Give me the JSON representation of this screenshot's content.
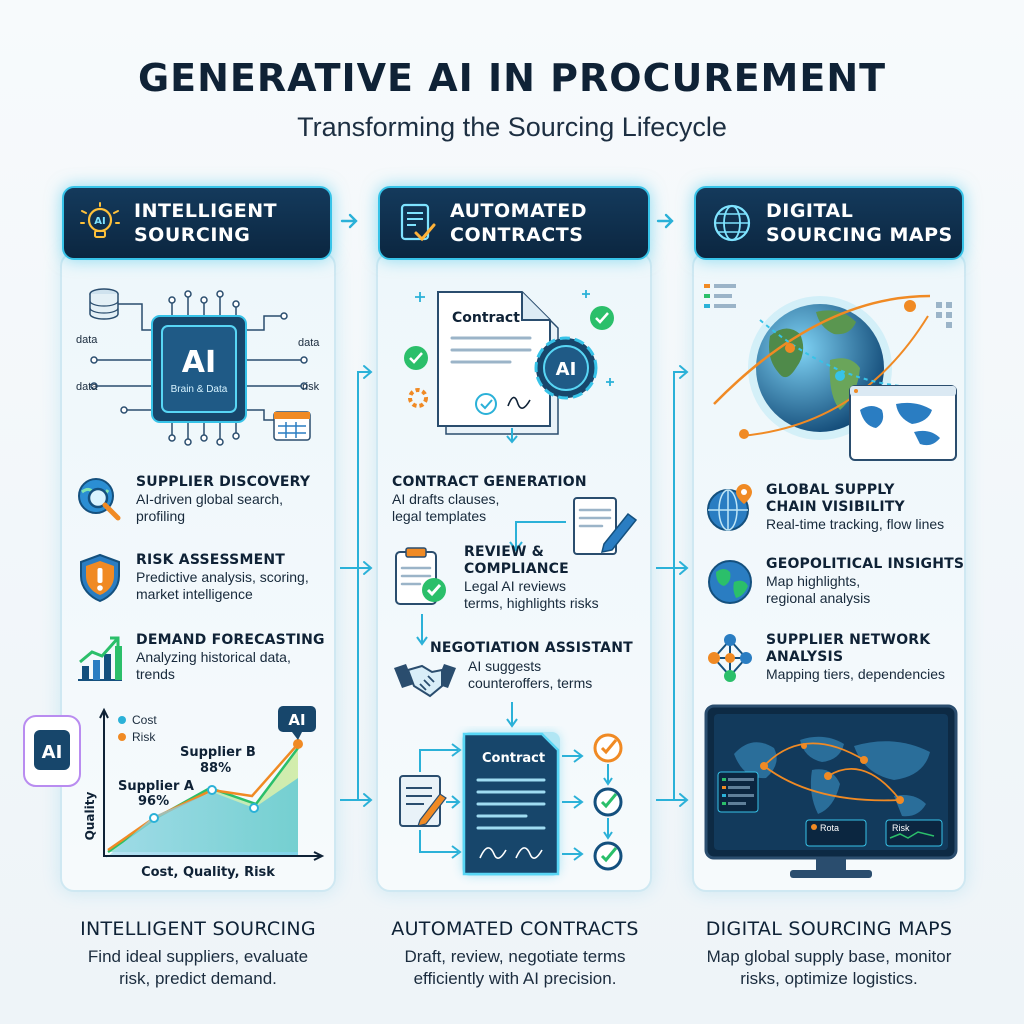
{
  "title": "GENERATIVE AI IN PROCUREMENT",
  "subtitle": "Transforming the Sourcing Lifecycle",
  "columns": [
    {
      "header": [
        "INTELLIGENT",
        "SOURCING"
      ],
      "hero_labels": {
        "chip": "AI",
        "chip_sub": "Brain & Data",
        "data1": "data",
        "data2": "data",
        "data3": "data",
        "risk": "risk"
      },
      "items": [
        {
          "title": "SUPPLIER DISCOVERY",
          "desc": [
            "AI-driven global search,",
            "profiling"
          ]
        },
        {
          "title": "RISK ASSESSMENT",
          "desc": [
            "Predictive analysis, scoring,",
            "market intelligence"
          ]
        },
        {
          "title": "DEMAND FORECASTING",
          "desc": [
            "Analyzing historical data,",
            "trends"
          ]
        }
      ],
      "chart": {
        "legend_cost": "Cost",
        "legend_risk": "Risk",
        "supplier_a": "Supplier A",
        "supplier_a_val": "96%",
        "supplier_b": "Supplier B",
        "supplier_b_val": "88%",
        "badge": "AI",
        "side_badge": "AI",
        "ylabel": "Quality",
        "xlabel": "Cost, Quality, Risk"
      },
      "footer_title": "INTELLIGENT SOURCING",
      "footer_desc": [
        "Find ideal suppliers, evaluate",
        "risk, predict demand."
      ]
    },
    {
      "header": [
        "AUTOMATED",
        "CONTRACTS"
      ],
      "hero_labels": {
        "doc": "Contract",
        "gear": "AI"
      },
      "items": [
        {
          "title": "CONTRACT GENERATION",
          "desc": [
            "AI drafts clauses,",
            "legal templates"
          ]
        },
        {
          "title": "REVIEW &",
          "title2": "COMPLIANCE",
          "desc": [
            "Legal AI reviews",
            "terms, highlights risks"
          ]
        },
        {
          "title": "NEGOTIATION ASSISTANT",
          "desc": [
            "AI suggests",
            "counteroffers, terms"
          ]
        }
      ],
      "bottom_doc": "Contract",
      "footer_title": "AUTOMATED CONTRACTS",
      "footer_desc": [
        "Draft, review, negotiate terms",
        "efficiently with AI precision."
      ]
    },
    {
      "header": [
        "DIGITAL",
        "SOURCING MAPS"
      ],
      "items": [
        {
          "title": "GLOBAL SUPPLY",
          "title2": "CHAIN VISIBILITY",
          "desc": [
            "Real-time tracking, flow lines"
          ]
        },
        {
          "title": "GEOPOLITICAL INSIGHTS",
          "desc": [
            "Map highlights,",
            "regional analysis"
          ]
        },
        {
          "title": "SUPPLIER NETWORK",
          "title2": "ANALYSIS",
          "desc": [
            "Mapping tiers, dependencies"
          ]
        }
      ],
      "monitor": {
        "panel1": "Rota",
        "panel2": "Risk"
      },
      "footer_title": "DIGITAL SOURCING MAPS",
      "footer_desc": [
        "Map global supply base, monitor",
        "risks, optimize logistics."
      ]
    }
  ],
  "colors": {
    "accent": "#2bb1d8",
    "navy": "#0b2640",
    "orange": "#f08a24",
    "green": "#2bbf6a"
  }
}
